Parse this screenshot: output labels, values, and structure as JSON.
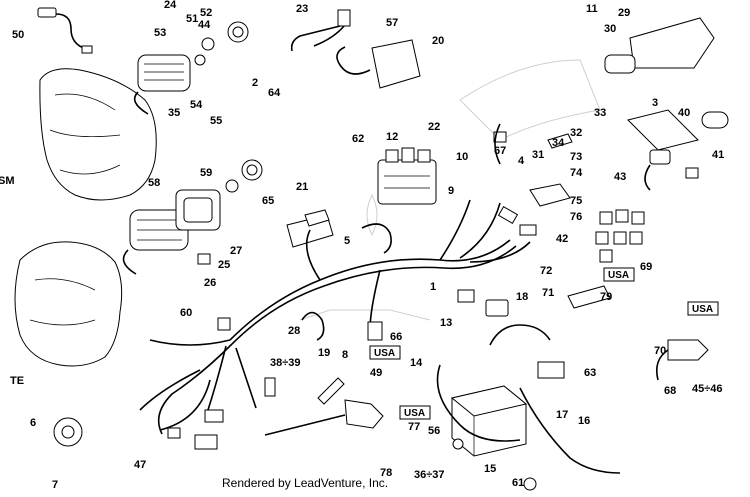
{
  "diagram": {
    "credit": "Rendered by LeadVenture, Inc.",
    "variant_labels": [
      "SM",
      "TE"
    ],
    "usa_tag": "USA",
    "callouts": [
      "1",
      "2",
      "3",
      "4",
      "5",
      "6",
      "7",
      "8",
      "9",
      "10",
      "11",
      "12",
      "13",
      "14",
      "15",
      "16",
      "17",
      "18",
      "19",
      "20",
      "21",
      "22",
      "23",
      "24",
      "25",
      "26",
      "27",
      "28",
      "29",
      "30",
      "31",
      "32",
      "33",
      "34",
      "35",
      "36÷37",
      "38÷39",
      "40",
      "41",
      "42",
      "43",
      "44",
      "45÷46",
      "47",
      "49",
      "50",
      "51",
      "52",
      "53",
      "54",
      "55",
      "56",
      "57",
      "58",
      "59",
      "60",
      "61",
      "62",
      "63",
      "64",
      "65",
      "66",
      "67",
      "68",
      "69",
      "70",
      "71",
      "72",
      "73",
      "74",
      "75",
      "76",
      "77",
      "78",
      "79"
    ]
  }
}
